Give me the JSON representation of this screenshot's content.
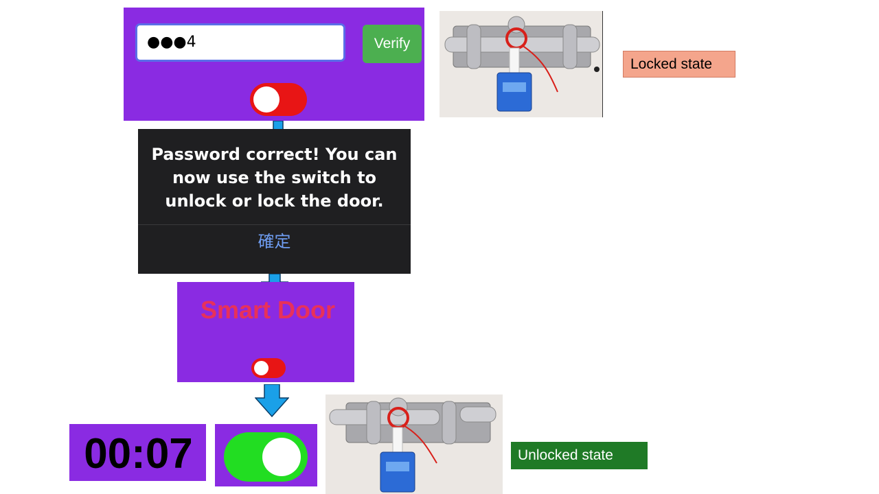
{
  "login": {
    "password_value": "●●●4",
    "verify_label": "Verify",
    "toggle_color": "#e81515",
    "toggle_state": "off"
  },
  "dialog": {
    "message": "Password correct! You can now use the switch to unlock or lock the door.",
    "ok_label": "確定"
  },
  "door": {
    "title": "Smart Door",
    "toggle_color": "#e81515",
    "toggle_state": "off"
  },
  "timer": {
    "value": "00:07"
  },
  "unlock_switch": {
    "toggle_color": "#22dd22",
    "toggle_state": "on"
  },
  "labels": {
    "locked": "Locked state",
    "unlocked": "Unlocked state"
  },
  "colors": {
    "panel": "#8a2be2",
    "arrow": "#1aa0e8",
    "locked_label_bg": "#f4a58c",
    "unlocked_label_bg": "#1f7a26"
  }
}
